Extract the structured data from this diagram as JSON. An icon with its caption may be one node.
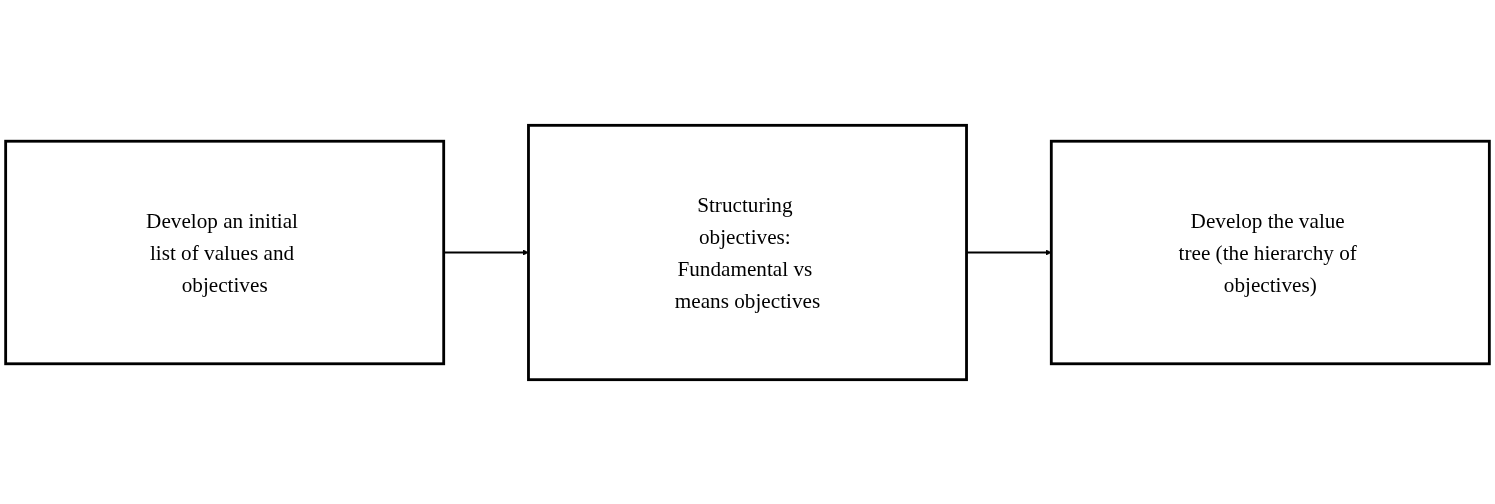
{
  "diagram": {
    "nodes": [
      {
        "text": [
          "Develop an initial list of values and objectives"
        ]
      },
      {
        "text": [
          "Structuring objectives: Fundamental vs means objectives"
        ]
      },
      {
        "text": [
          "Develop the value tree (the hierarchy of objectives)"
        ]
      }
    ],
    "edges": [
      {
        "from": 0,
        "to": 1,
        "arrow": "to"
      },
      {
        "from": 1,
        "to": 2,
        "arrow": "to"
      }
    ]
  }
}
